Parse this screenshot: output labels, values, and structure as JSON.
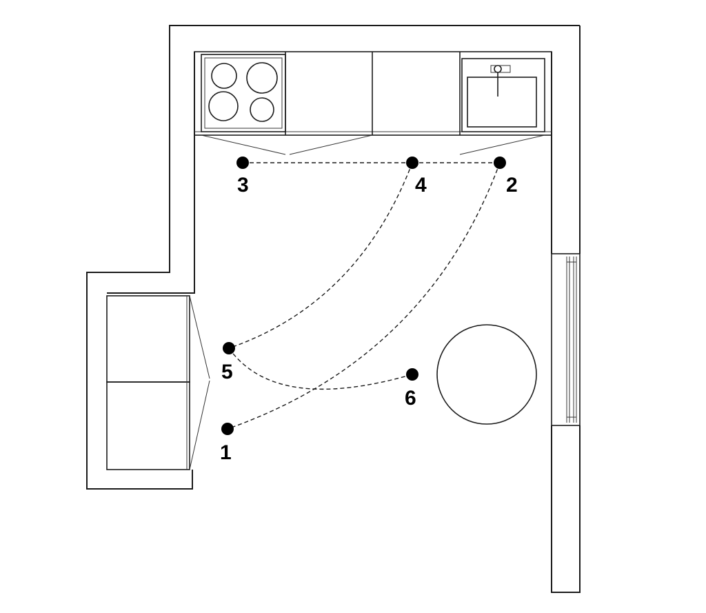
{
  "points": [
    {
      "label": "1"
    },
    {
      "label": "2"
    },
    {
      "label": "3"
    },
    {
      "label": "4"
    },
    {
      "label": "5"
    },
    {
      "label": "6"
    }
  ],
  "colors": {
    "line": "#1a1a1a",
    "background": "#ffffff"
  }
}
